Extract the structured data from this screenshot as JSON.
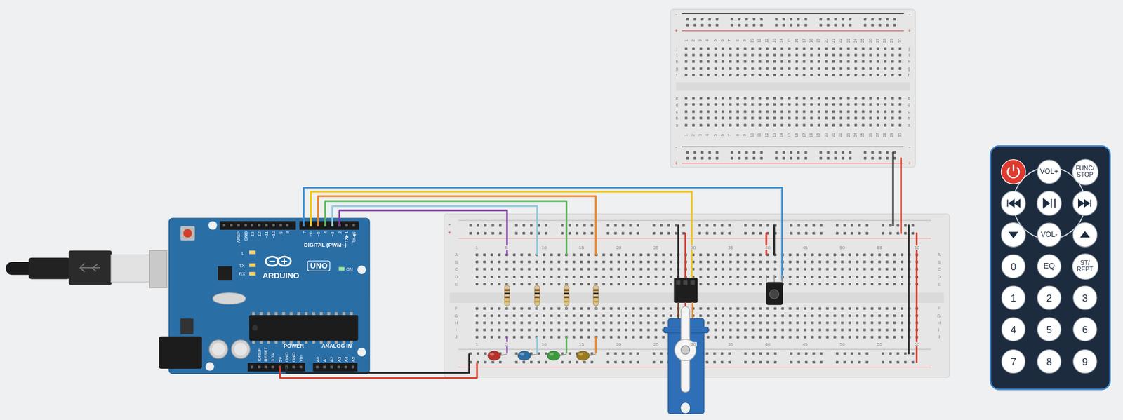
{
  "diagram": {
    "nodes": [
      {
        "text": [
          "VOL+"
        ]
      },
      {
        "text": [
          "FUNC/ STOP"
        ]
      },
      {
        "text": [
          "VOL-"
        ]
      },
      {
        "text": [
          "0"
        ]
      },
      {
        "text": [
          "EQ"
        ]
      },
      {
        "text": [
          "ST/ REPT"
        ]
      },
      {
        "text": [
          "1"
        ]
      },
      {
        "text": [
          "2"
        ]
      },
      {
        "text": [
          "3"
        ]
      },
      {
        "text": [
          "4"
        ]
      },
      {
        "text": [
          "5"
        ]
      },
      {
        "text": [
          "6"
        ]
      },
      {
        "text": [
          "7"
        ]
      },
      {
        "text": [
          "8"
        ]
      },
      {
        "text": [
          "9"
        ]
      }
    ],
    "labels": [
      "AREF",
      "GND",
      "13",
      "12",
      "~11",
      "~10",
      "~9",
      "8",
      "7",
      "~6",
      "~5",
      "4",
      "~3",
      "2",
      "TX▶1",
      "RX◀0",
      "DIGITAL (PWM~)",
      "L",
      "TX",
      "RX",
      "ARDUINO",
      "UNO",
      "ON",
      "IOREF",
      "RESET",
      "3.3V",
      "5V",
      "GND",
      "GND",
      "Vin",
      "POWER",
      "A0",
      "A1",
      "A2",
      "A3",
      "A4",
      "A5",
      "ANALOG IN",
      "1",
      "5",
      "10",
      "15",
      "20",
      "25",
      "30",
      "35",
      "40",
      "45",
      "50",
      "55",
      "60",
      "1",
      "5",
      "10",
      "15",
      "20",
      "25",
      "30",
      "35",
      "40",
      "45",
      "50",
      "55",
      "60",
      "A",
      "B",
      "C",
      "D",
      "E",
      "F",
      "G",
      "H",
      "I",
      "J",
      "A",
      "B",
      "C",
      "D",
      "E",
      "F",
      "G",
      "H",
      "I",
      "J",
      "-",
      "+",
      "1",
      "2",
      "3",
      "4",
      "5",
      "6",
      "7",
      "8",
      "9",
      "10",
      "11",
      "12",
      "13",
      "14",
      "15",
      "16",
      "17",
      "18",
      "19",
      "20",
      "21",
      "22",
      "23",
      "24",
      "25",
      "26",
      "27",
      "28",
      "29",
      "30",
      "1",
      "2",
      "3",
      "4",
      "5",
      "6",
      "7",
      "8",
      "9",
      "10",
      "11",
      "12",
      "13",
      "14",
      "15",
      "16",
      "17",
      "18",
      "19",
      "20",
      "21",
      "22",
      "23",
      "24",
      "25",
      "26",
      "27",
      "28",
      "29",
      "30",
      "j",
      "i",
      "h",
      "g",
      "f",
      "j",
      "i",
      "h",
      "g",
      "f",
      "e",
      "d",
      "c",
      "b",
      "a",
      "e",
      "d",
      "c",
      "b",
      "a",
      "-",
      "-",
      "+",
      "+",
      "-",
      "-",
      "+",
      "+"
    ]
  }
}
